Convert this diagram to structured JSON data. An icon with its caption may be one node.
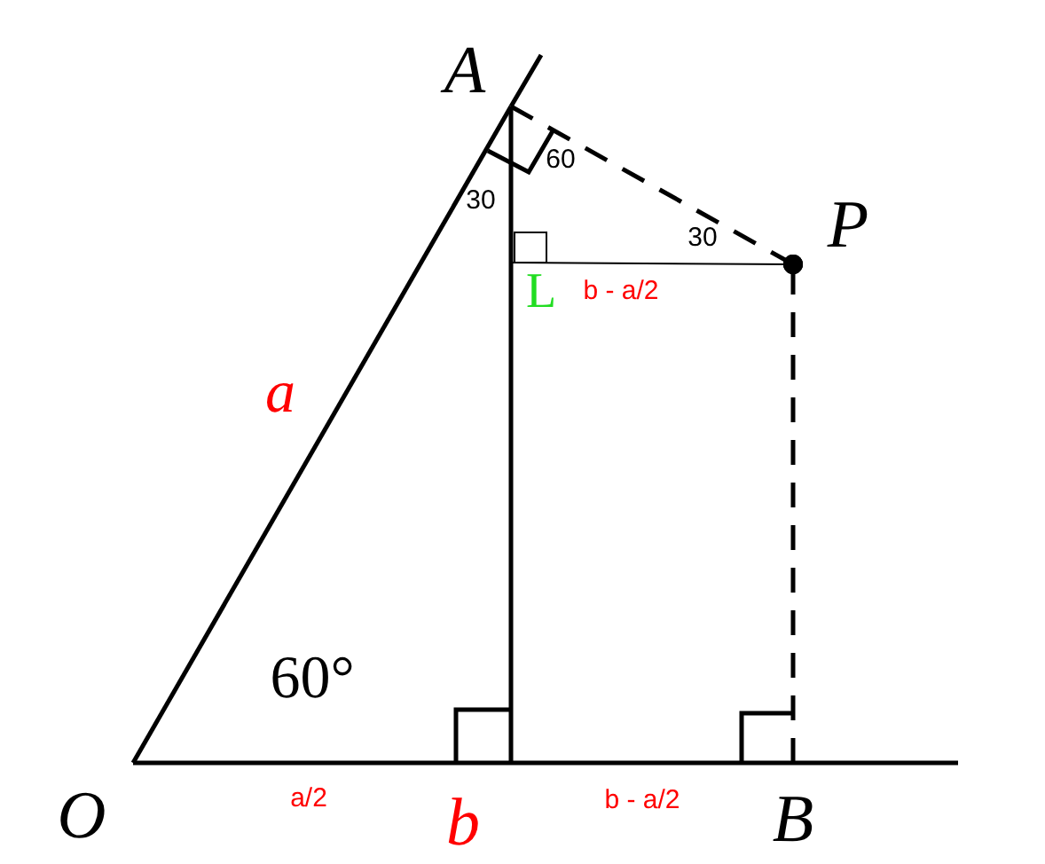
{
  "diagram": {
    "nodes": [
      {
        "text": [
          "O"
        ]
      },
      {
        "text": [
          "A"
        ]
      },
      {
        "text": [
          "P"
        ]
      },
      {
        "text": [
          "L"
        ]
      },
      {
        "text": [
          "B"
        ]
      },
      {
        "text": [
          "b"
        ]
      }
    ],
    "edges": [
      {
        "from": 0,
        "to": 1,
        "arrow": "none",
        "label": "a"
      },
      {
        "from": 1,
        "to": 5,
        "arrow": "none"
      },
      {
        "from": 0,
        "to": 5,
        "arrow": "none",
        "label": "a/2"
      },
      {
        "from": 5,
        "to": 4,
        "arrow": "none",
        "label": "b - a/2"
      },
      {
        "from": 1,
        "to": 2,
        "arrow": "other",
        "style": "dashed"
      },
      {
        "from": 3,
        "to": 2,
        "arrow": "other",
        "label": "b - a/2"
      },
      {
        "from": 4,
        "to": 2,
        "arrow": "other",
        "style": "dashed"
      }
    ],
    "labels": [
      "60",
      "30",
      "30",
      "60°"
    ]
  }
}
